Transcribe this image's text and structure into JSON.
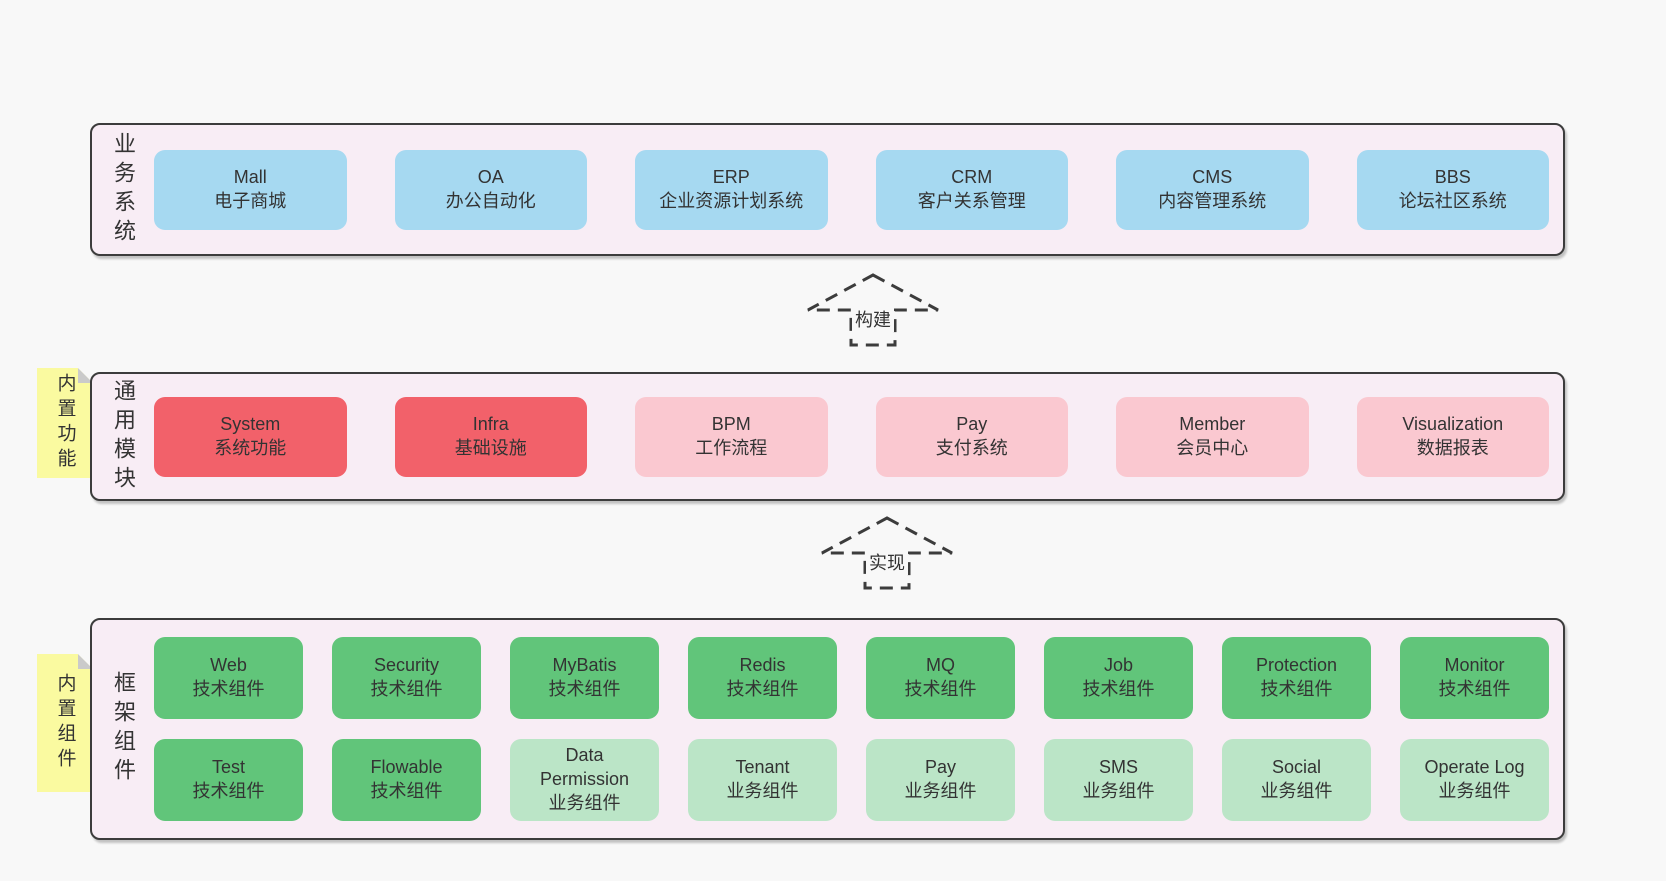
{
  "colors": {
    "page_bg": "#f8f8f8",
    "panel_bg": "#f8edf5",
    "border": "#3c3c3c",
    "text": "#333333",
    "blue": "#a6d9f1",
    "red": "#f2616a",
    "pink": "#fac8d0",
    "green": "#61c57a",
    "light_green": "#bbe5c7",
    "note_yellow": "#fafaa0",
    "note_fold": "#cacaca"
  },
  "layers": [
    {
      "id": "business-systems",
      "label": "业务系统",
      "boxes": [
        {
          "name": "Mall",
          "subtitle": "电子商城",
          "type": "blue"
        },
        {
          "name": "OA",
          "subtitle": "办公自动化",
          "type": "blue"
        },
        {
          "name": "ERP",
          "subtitle": "企业资源计划系统",
          "type": "blue"
        },
        {
          "name": "CRM",
          "subtitle": "客户关系管理",
          "type": "blue"
        },
        {
          "name": "CMS",
          "subtitle": "内容管理系统",
          "type": "blue"
        },
        {
          "name": "BBS",
          "subtitle": "论坛社区系统",
          "type": "blue"
        }
      ]
    },
    {
      "id": "common-modules",
      "label": "通用模块",
      "note": "内置功能",
      "boxes": [
        {
          "name": "System",
          "subtitle": "系统功能",
          "type": "red"
        },
        {
          "name": "Infra",
          "subtitle": "基础设施",
          "type": "red"
        },
        {
          "name": "BPM",
          "subtitle": "工作流程",
          "type": "pink"
        },
        {
          "name": "Pay",
          "subtitle": "支付系统",
          "type": "pink"
        },
        {
          "name": "Member",
          "subtitle": "会员中心",
          "type": "pink"
        },
        {
          "name": "Visualization",
          "subtitle": "数据报表",
          "type": "pink"
        }
      ]
    },
    {
      "id": "framework-components",
      "label": "框架组件",
      "note": "内置组件",
      "boxes": [
        {
          "name": "Web",
          "subtitle": "技术组件",
          "type": "green"
        },
        {
          "name": "Security",
          "subtitle": "技术组件",
          "type": "green"
        },
        {
          "name": "MyBatis",
          "subtitle": "技术组件",
          "type": "green"
        },
        {
          "name": "Redis",
          "subtitle": "技术组件",
          "type": "green"
        },
        {
          "name": "MQ",
          "subtitle": "技术组件",
          "type": "green"
        },
        {
          "name": "Job",
          "subtitle": "技术组件",
          "type": "green"
        },
        {
          "name": "Protection",
          "subtitle": "技术组件",
          "type": "green"
        },
        {
          "name": "Monitor",
          "subtitle": "技术组件",
          "type": "green"
        },
        {
          "name": "Test",
          "subtitle": "技术组件",
          "type": "green"
        },
        {
          "name": "Flowable",
          "subtitle": "技术组件",
          "type": "green"
        },
        {
          "name": "Data Permission",
          "subtitle": "业务组件",
          "type": "light-green"
        },
        {
          "name": "Tenant",
          "subtitle": "业务组件",
          "type": "light-green"
        },
        {
          "name": "Pay",
          "subtitle": "业务组件",
          "type": "light-green"
        },
        {
          "name": "SMS",
          "subtitle": "业务组件",
          "type": "light-green"
        },
        {
          "name": "Social",
          "subtitle": "业务组件",
          "type": "light-green"
        },
        {
          "name": "Operate Log",
          "subtitle": "业务组件",
          "type": "light-green"
        }
      ]
    }
  ],
  "arrows": [
    {
      "label": "构建"
    },
    {
      "label": "实现"
    }
  ]
}
